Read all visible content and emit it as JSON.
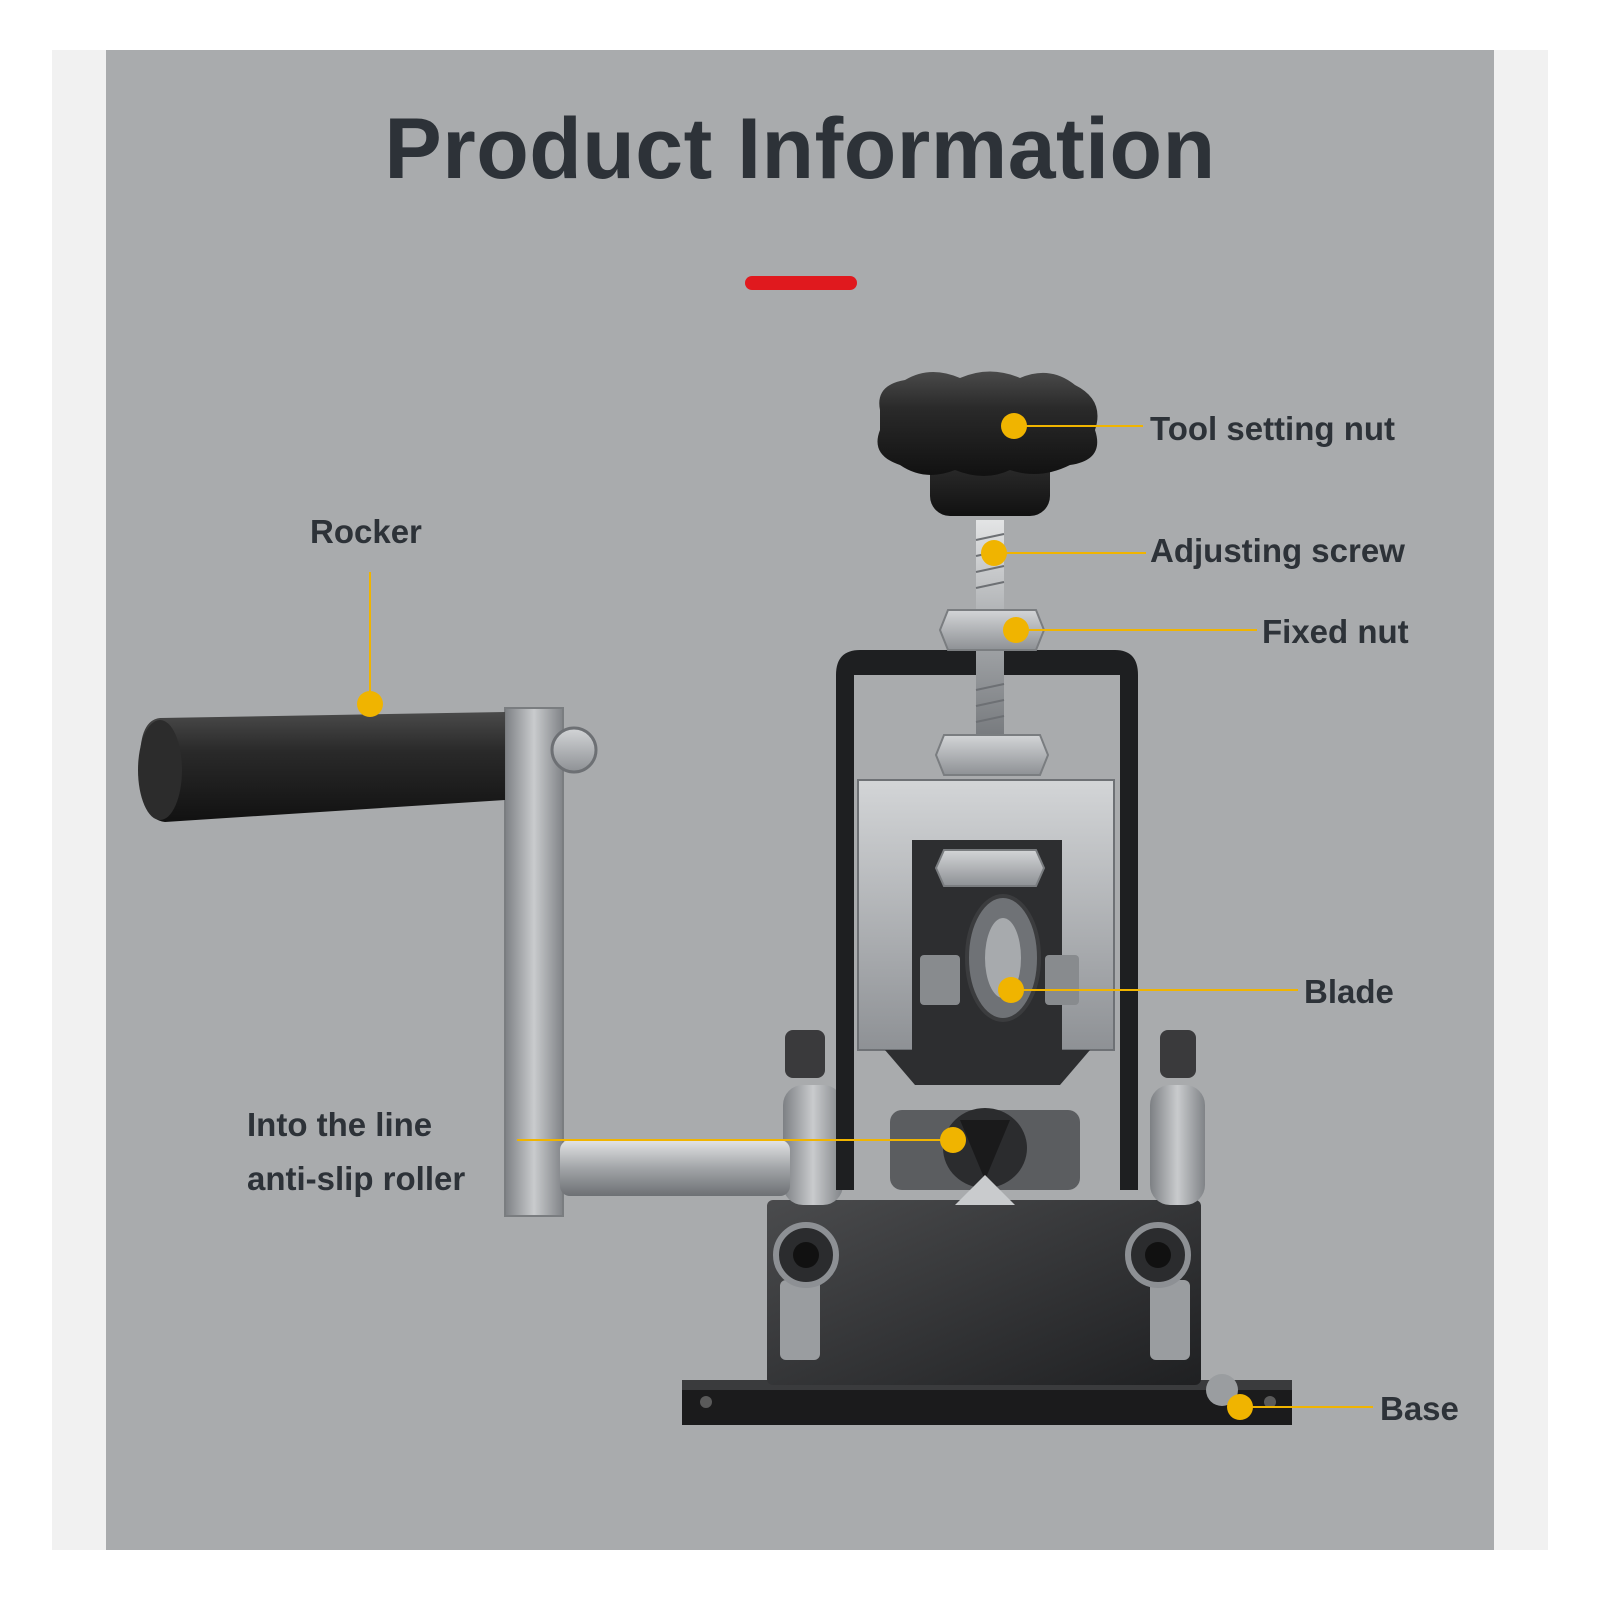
{
  "title": "Product Information",
  "colors": {
    "panel": "#a9abad",
    "title_text": "#2d3238",
    "accent_bar": "#e0191e",
    "callout": "#f0b400",
    "metal_dark": "#2b2b2b",
    "metal_steel": "#9a9da0"
  },
  "callouts": {
    "tool_setting_nut": "Tool setting nut",
    "adjusting_screw": "Adjusting screw",
    "fixed_nut": "Fixed nut",
    "rocker": "Rocker",
    "blade": "Blade",
    "roller_line1": "Into the line",
    "roller_line2": "anti-slip roller",
    "base": "Base"
  }
}
